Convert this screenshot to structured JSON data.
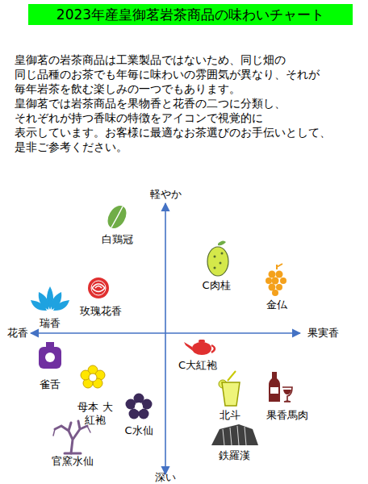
{
  "diagram": {
    "title": "2023年産皇御茗岩茶商品の味わいチャート",
    "labels": [
      "皇御茗の岩茶商品は工業製品ではないため、同じ畑の",
      "同じ品種のお茶でも年毎に味わいの雰囲気が異なり、それが",
      "毎年岩茶を飲む楽しみの一つでもあります。",
      "皇御茗では岩茶商品を果物香と花香の二つに分類し、",
      "それぞれが持つ香味の特徴をアイコンで視覚的に",
      "表示しています。お客様に最適なお茶選びのお手伝いとして、",
      "是非ご参考ください。",
      "軽やか",
      "深い",
      "花香",
      "果実香",
      "白鶏冠",
      "C肉桂",
      "金仏",
      "瑞香",
      "玫瑰花香",
      "C大紅袍",
      "雀舌",
      "母本 大紅袍",
      "北斗",
      "果香馬肉",
      "C水仙",
      "官窯水仙",
      "鉄羅漢"
    ]
  }
}
